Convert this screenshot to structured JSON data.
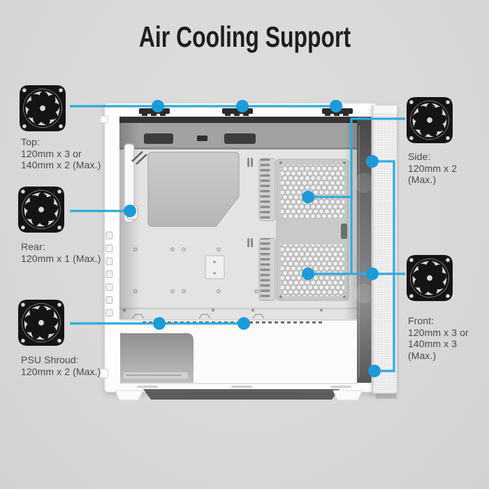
{
  "title": "Air Cooling Support",
  "colors": {
    "annotation_line_blue": "#2faade",
    "annotation_dot_blue": "#1d9bd8",
    "background_gray": "#d9d9d9",
    "case_white": "#fdfdfd",
    "fan_icon_black": "#141414"
  },
  "annotations": [
    {
      "id": "top",
      "lines": [
        "Top:",
        "120mm x 3 or",
        "140mm x 2 (Max.)"
      ],
      "mount_dots": 3
    },
    {
      "id": "rear",
      "lines": [
        "Rear:",
        "120mm x 1 (Max.)"
      ],
      "mount_dots": 1
    },
    {
      "id": "psu",
      "lines": [
        "PSU Shroud:",
        "120mm x 2 (Max.)"
      ],
      "mount_dots": 2
    },
    {
      "id": "side",
      "lines": [
        "Side:",
        "120mm x 2",
        "(Max.)"
      ],
      "mount_dots": 2
    },
    {
      "id": "front",
      "lines": [
        "Front:",
        "120mm x 3 or",
        "140mm x 3",
        "(Max.)"
      ],
      "mount_dots": 3
    }
  ]
}
